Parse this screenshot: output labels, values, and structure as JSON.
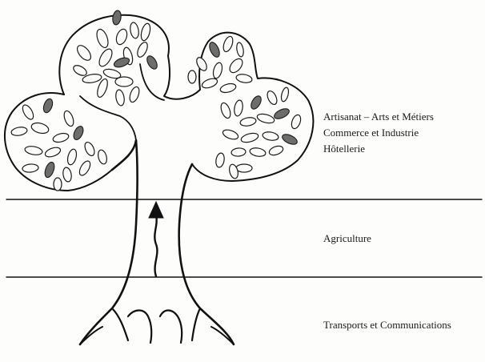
{
  "sectors": {
    "upper": {
      "lines": [
        "Artisanat – Arts et Métiers",
        "Commerce et Industrie",
        "Hôtellerie"
      ]
    },
    "middle": {
      "label": "Agriculture"
    },
    "lower": {
      "label": "Transports et Communications"
    }
  },
  "icons": {
    "canopy": "leafy-tree-canopy-icon",
    "arrow": "upward-sap-arrow-icon"
  }
}
